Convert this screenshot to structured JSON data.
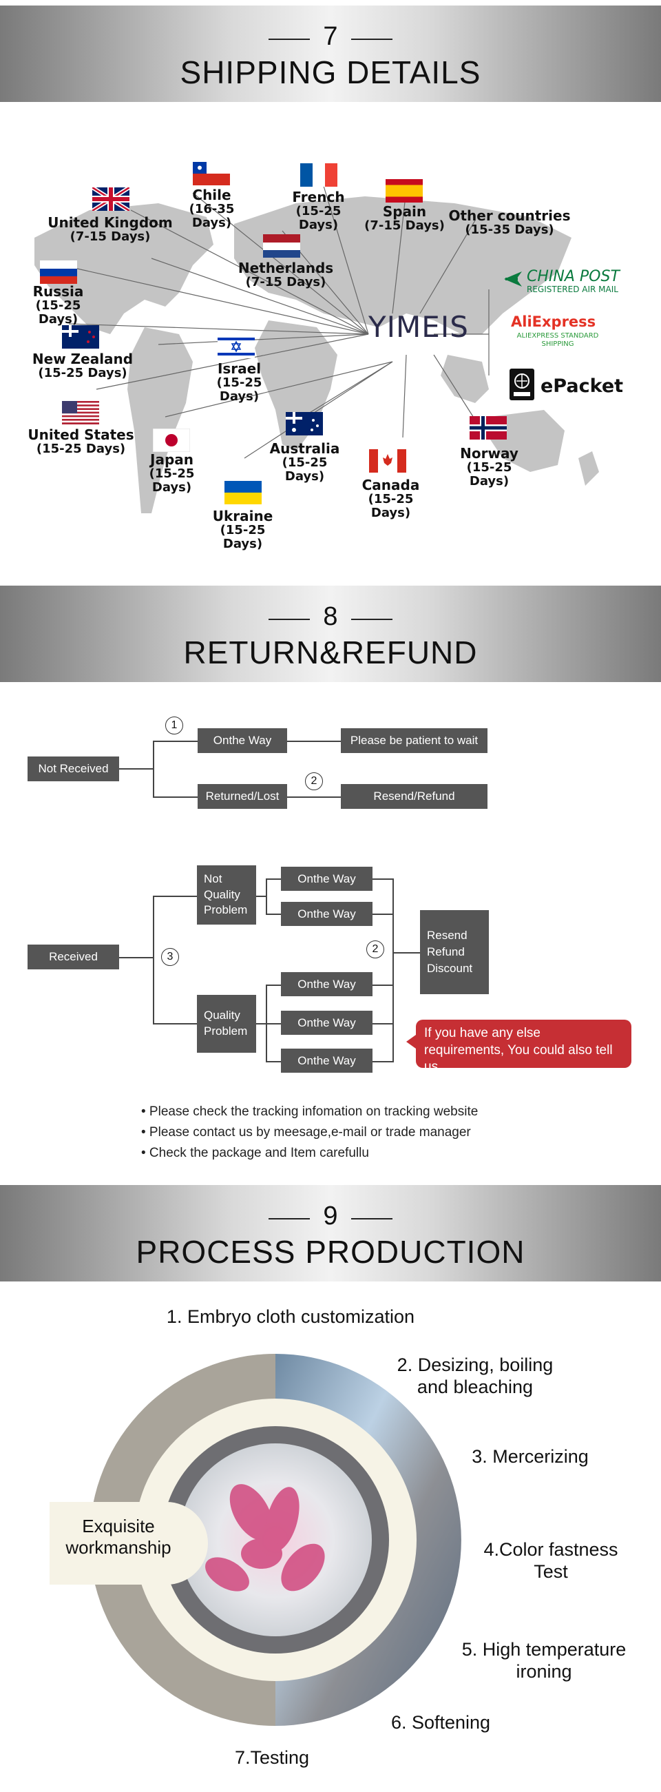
{
  "shipping": {
    "number": "7",
    "title": "SHIPPING DETAILS",
    "hub": "YIMEIS",
    "countries": [
      {
        "name": "Chile",
        "days": "(16-35 Days)"
      },
      {
        "name": "French",
        "days": "(15-25 Days)"
      },
      {
        "name": "Spain",
        "days": "(7-15 Days)"
      },
      {
        "name": "United Kingdom",
        "days": "(7-15 Days)"
      },
      {
        "name": "Other countries",
        "days": "(15-35 Days)"
      },
      {
        "name": "Netherlands",
        "days": "(7-15 Days)"
      },
      {
        "name": "Russia",
        "days": "(15-25 Days)"
      },
      {
        "name": "New Zealand",
        "days": "(15-25 Days)"
      },
      {
        "name": "Israel",
        "days": "(15-25 Days)"
      },
      {
        "name": "United States",
        "days": "(15-25 Days)"
      },
      {
        "name": "Japan",
        "days": "(15-25 Days)"
      },
      {
        "name": "Australia",
        "days": "(15-25 Days)"
      },
      {
        "name": "Norway",
        "days": "(15-25 Days)"
      },
      {
        "name": "Canada",
        "days": "(15-25 Days)"
      },
      {
        "name": "Ukraine",
        "days": "(15-25 Days)"
      }
    ],
    "carriers": {
      "china_post": "CHINA POST",
      "china_post_sub": "REGISTERED AIR MAIL",
      "aliexpress": "AliExpress",
      "aliexpress_sub": "ALIEXPRESS STANDARD SHIPPING",
      "epacket": "ePacket"
    }
  },
  "refund": {
    "number": "8",
    "title": "RETURN&REFUND",
    "not_received": "Not Received",
    "on_the_way_1": "Onthe Way",
    "be_patient": "Please be patient to wait",
    "returned_lost": "Returned/Lost",
    "resend_refund": "Resend/Refund",
    "received": "Received",
    "not_quality": "Not Quality Problem",
    "quality": "Quality Problem",
    "on_the_way": "Onthe Way",
    "resend_refund_discount": "Resend Refund Discount",
    "circle_1": "1",
    "circle_2": "2",
    "circle_3": "3",
    "bubble": "If you have any else requirements, You could also tell us.",
    "notes": [
      "• Please check the tracking infomation on tracking website",
      "• Please contact us by meesage,e-mail or trade manager",
      "• Check the package and Item carefullu"
    ]
  },
  "process": {
    "number": "9",
    "title": "PROCESS PRODUCTION",
    "center_label": "Exquisite workmanship",
    "steps": [
      "1. Embryo cloth customization",
      "2. Desizing, boiling and bleaching",
      "3. Mercerizing",
      "4.Color fastness Test",
      "5. High temperature ironing",
      "6. Softening",
      "7.Testing"
    ]
  }
}
